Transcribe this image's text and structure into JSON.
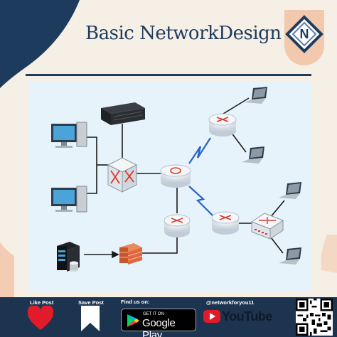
{
  "header": {
    "title": "Basic NetworkDesign",
    "logo_letter": "N"
  },
  "colors": {
    "navy": "#1d3b5c",
    "peach": "#f2c9ad",
    "diagram_bg": "#e6f3fb",
    "link": "#1a1a1a",
    "wireless": "#2563c9",
    "footer": "#1d3450",
    "heart": "#e21b2a"
  },
  "diagram": {
    "devices": [
      {
        "id": "desktop-1",
        "type": "desktop-pc-icon"
      },
      {
        "id": "desktop-2",
        "type": "desktop-pc-icon"
      },
      {
        "id": "server-rack",
        "type": "server-icon"
      },
      {
        "id": "server-tower",
        "type": "server-tower-icon"
      },
      {
        "id": "main-switch",
        "type": "switch-icon"
      },
      {
        "id": "core-router",
        "type": "router-icon"
      },
      {
        "id": "top-router",
        "type": "router-icon"
      },
      {
        "id": "lower-router",
        "type": "router-icon"
      },
      {
        "id": "right-router",
        "type": "router-icon"
      },
      {
        "id": "right-switch",
        "type": "switch-icon"
      },
      {
        "id": "firewall",
        "type": "firewall-icon"
      },
      {
        "id": "laptop-1",
        "type": "laptop-icon"
      },
      {
        "id": "laptop-2",
        "type": "laptop-icon"
      },
      {
        "id": "laptop-3",
        "type": "laptop-icon"
      },
      {
        "id": "laptop-4",
        "type": "laptop-icon"
      }
    ]
  },
  "footer": {
    "like_label": "Like Post",
    "save_label": "Save Post",
    "find_label": "Find us on:",
    "gp_small": "GET IT ON",
    "gp_big": "Google Play",
    "handle": "@networkforyou11",
    "youtube": "YouTube"
  }
}
